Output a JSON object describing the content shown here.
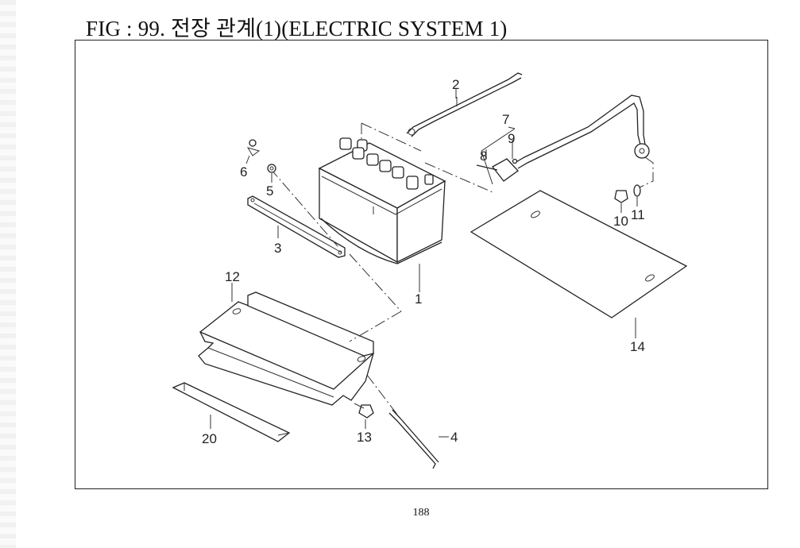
{
  "figure": {
    "title": "FIG : 99. 전장 관계(1)(ELECTRIC SYSTEM 1)",
    "page_number": "188"
  },
  "callouts": {
    "c1": "1",
    "c2": "2",
    "c3": "3",
    "c4": "4",
    "c5": "5",
    "c6": "6",
    "c7": "7",
    "c8": "8",
    "c9": "9",
    "c10": "10",
    "c11": "11",
    "c12": "12",
    "c13": "13",
    "c14": "14",
    "c20": "20"
  }
}
